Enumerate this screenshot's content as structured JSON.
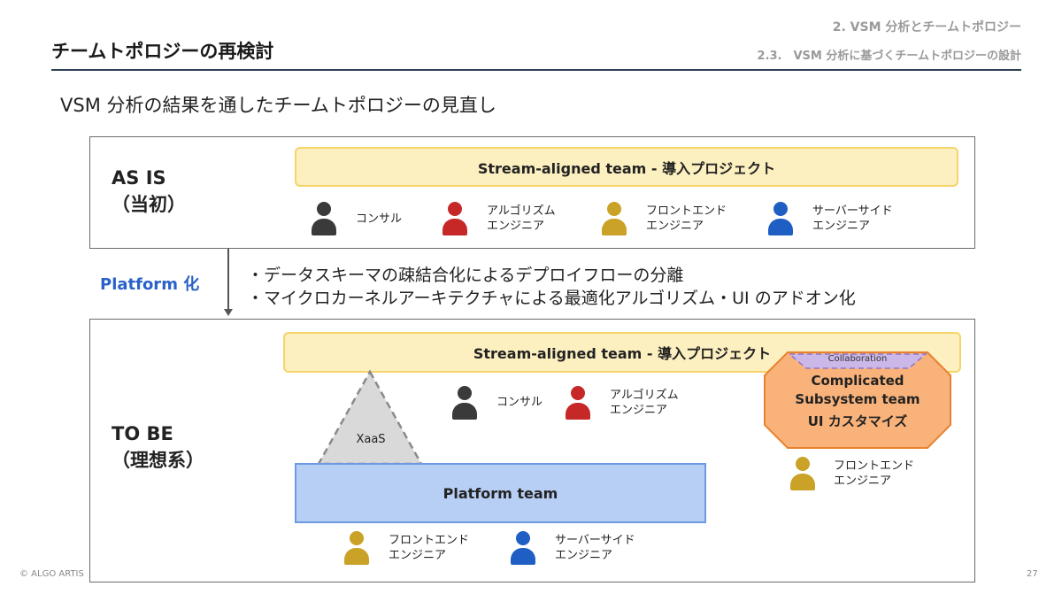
{
  "header": {
    "title": "チームトポロジーの再検討",
    "section": "2. VSM 分析とチームトポロジー",
    "subsection": "2.3.　VSM 分析に基づくチームトポロジーの設計"
  },
  "subtitle": "VSM 分析の結果を通したチームトポロジーの見直し",
  "as_is": {
    "label_line1": "AS IS",
    "label_line2": "（当初）",
    "stream_team": "Stream-aligned team - 導入プロジェクト",
    "members": [
      {
        "line1": "コンサル",
        "line2": "",
        "color": "#3a3a3a"
      },
      {
        "line1": "アルゴリズム",
        "line2": "エンジニア",
        "color": "#c62828"
      },
      {
        "line1": "フロントエンド",
        "line2": "エンジニア",
        "color": "#c9a227"
      },
      {
        "line1": "サーバーサイド",
        "line2": "エンジニア",
        "color": "#1f5fc4"
      }
    ]
  },
  "transition": {
    "label": "Platform 化",
    "changes": [
      "・データスキーマの疎結合化によるデプロイフローの分離",
      "・マイクロカーネルアーキテクチャによる最適化アルゴリズム・UI のアドオン化"
    ]
  },
  "to_be": {
    "label_line1": "TO BE",
    "label_line2": "（理想系）",
    "stream_team": "Stream-aligned team - 導入プロジェクト",
    "xaas": "XaaS",
    "platform_team": "Platform team",
    "collaboration": "Collaboration",
    "complicated_team": {
      "line1": "Complicated",
      "line2": "Subsystem team",
      "line3": "UI カスタマイズ"
    },
    "stream_members": [
      {
        "line1": "コンサル",
        "line2": "",
        "color": "#3a3a3a"
      },
      {
        "line1": "アルゴリズム",
        "line2": "エンジニア",
        "color": "#c62828"
      }
    ],
    "complicated_member": {
      "line1": "フロントエンド",
      "line2": "エンジニア",
      "color": "#c9a227"
    },
    "platform_members": [
      {
        "line1": "フロントエンド",
        "line2": "エンジニア",
        "color": "#c9a227"
      },
      {
        "line1": "サーバーサイド",
        "line2": "エンジニア",
        "color": "#1f5fc4"
      }
    ]
  },
  "footer": {
    "copyright": "© ALGO ARTIS",
    "page": "27"
  }
}
